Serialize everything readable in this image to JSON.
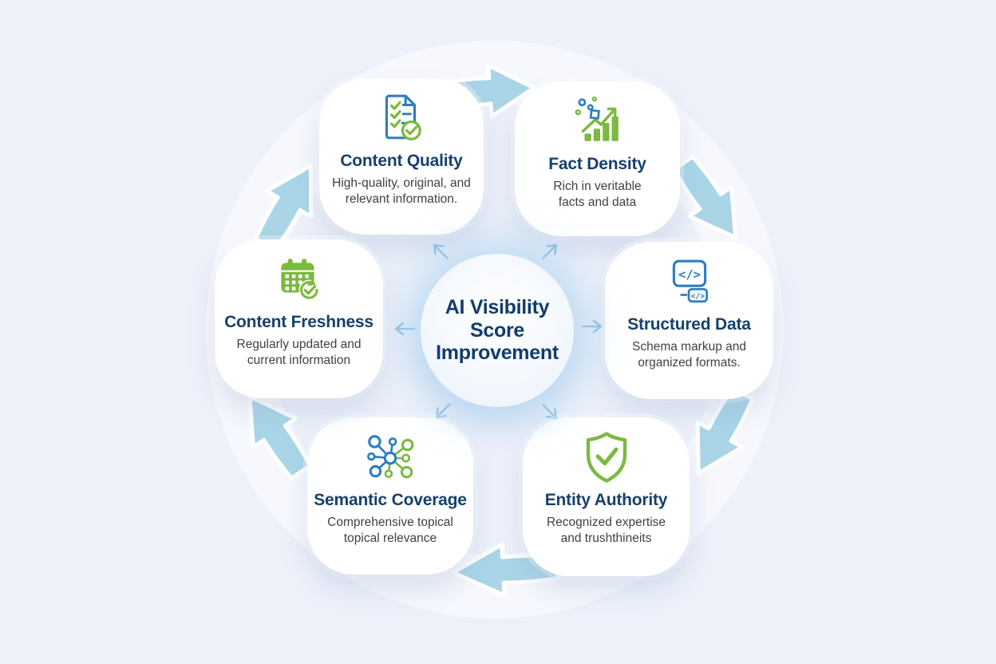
{
  "diagram": {
    "title": "AI Visibility Score Improvement",
    "type": "circular-cycle",
    "flow_direction": "clockwise",
    "center": {
      "lines": [
        "AI Visibility",
        "Score",
        "Improvement"
      ]
    },
    "nodes": [
      {
        "title": "Content Quality",
        "description": "High-quality, original, and relevant information.",
        "icon": "document-checklist-icon",
        "position": "top-left"
      },
      {
        "title": "Fact Density",
        "description": "Rich in veritable facts and data",
        "icon": "bar-chart-growth-icon",
        "position": "top-right"
      },
      {
        "title": "Structured Data",
        "description": "Schema markup and organized formats.",
        "icon": "code-markup-icon",
        "position": "right"
      },
      {
        "title": "Entity Authority",
        "description": "Recognized expertise and trushthineits",
        "icon": "shield-check-icon",
        "position": "bottom-right"
      },
      {
        "title": "Semantic Coverage",
        "description": "Comprehensive topical topical relevance",
        "icon": "network-nodes-icon",
        "position": "bottom-left"
      },
      {
        "title": "Content Freshness",
        "description": "Regularly updated and current information",
        "icon": "calendar-check-icon",
        "position": "left"
      }
    ],
    "icons": {
      "code_glyph_large": "</>",
      "code_glyph_small": "</>"
    },
    "colors": {
      "background": "#edf1fa",
      "card": "#ffffff",
      "title_navy": "#17406e",
      "description_gray": "#3c4149",
      "accent_blue": "#2e7cc3",
      "accent_green": "#7cb93f",
      "flow_arrow_fill": "#a9d5e7",
      "mini_arrow_stroke": "#8fc0e6"
    }
  }
}
